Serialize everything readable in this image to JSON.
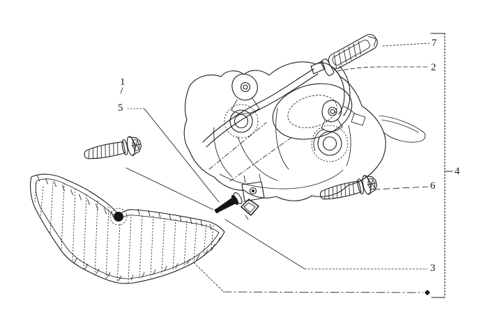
{
  "figure": {
    "background_color": "#ffffff",
    "ink_color": "#1c1c1c",
    "callouts": {
      "c1": {
        "label": "1"
      },
      "c2": {
        "label": "2"
      },
      "c3": {
        "label": "3"
      },
      "c4": {
        "label": "4"
      },
      "c5": {
        "label": "5"
      },
      "c6": {
        "label": "6"
      },
      "c7": {
        "label": "7"
      }
    }
  }
}
